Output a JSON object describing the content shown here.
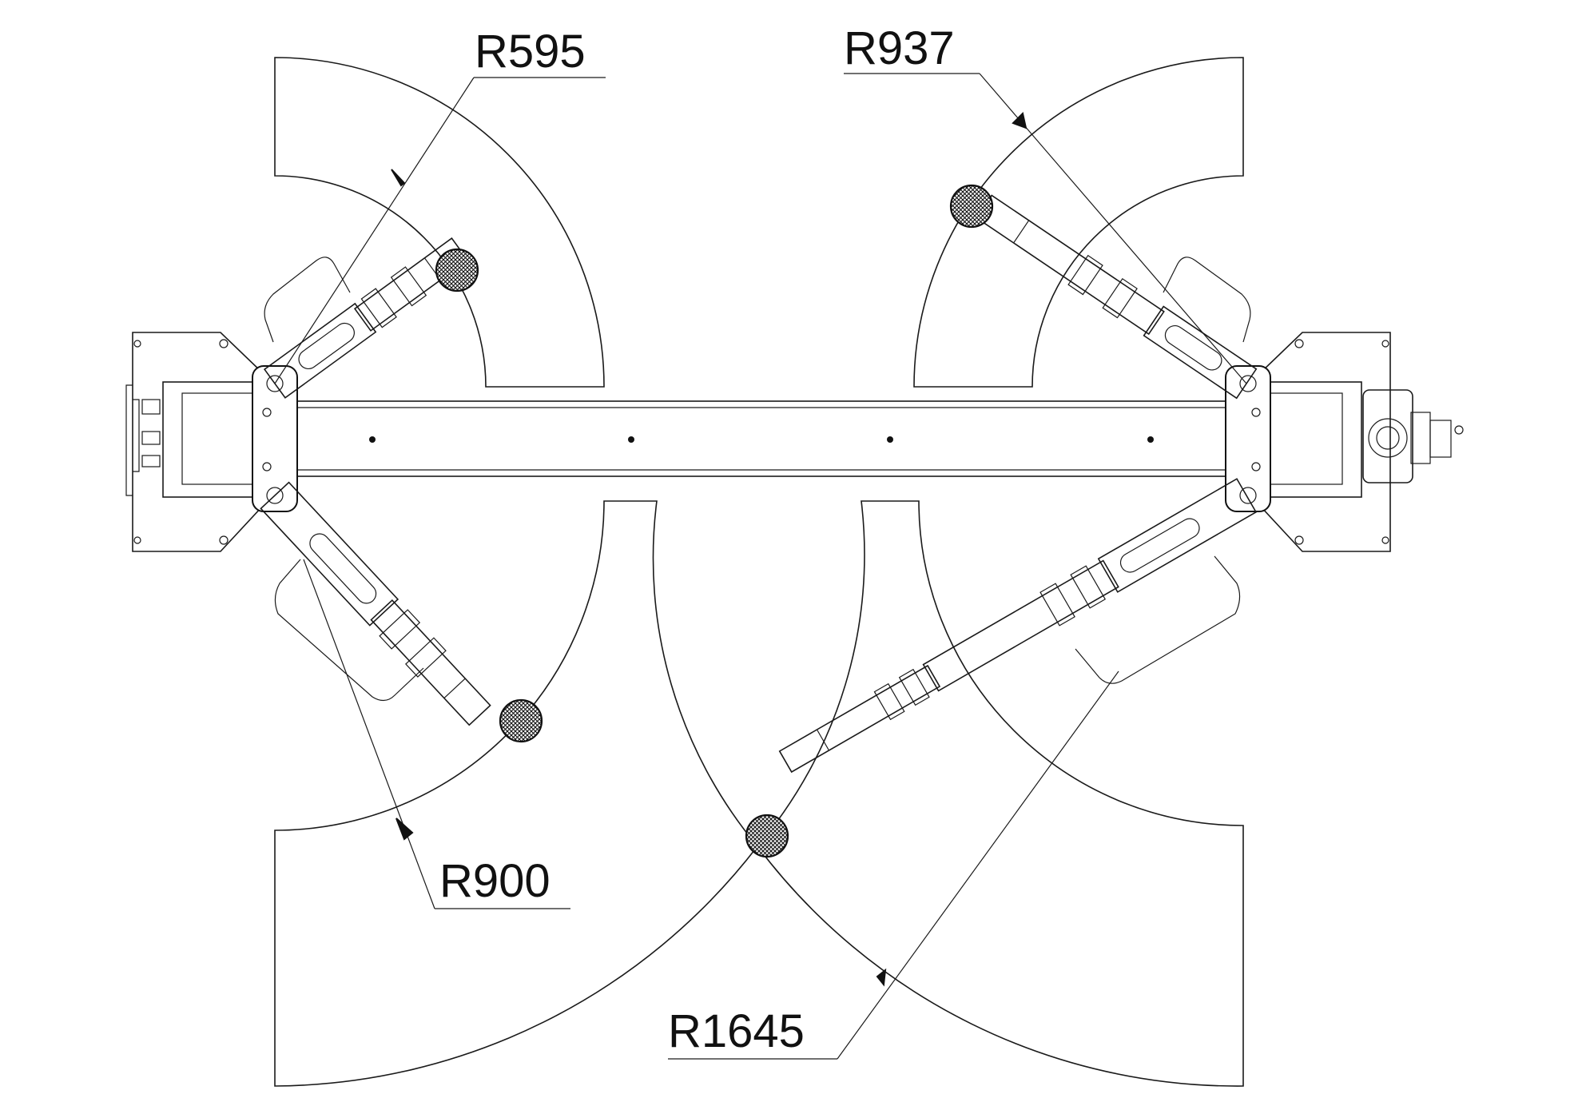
{
  "dimensions": [
    {
      "id": "r595",
      "label": "R595"
    },
    {
      "id": "r937",
      "label": "R937"
    },
    {
      "id": "r900",
      "label": "R900"
    },
    {
      "id": "r1645",
      "label": "R1645"
    }
  ],
  "colors": {
    "line": "#1a1a1a",
    "background": "#ffffff"
  }
}
